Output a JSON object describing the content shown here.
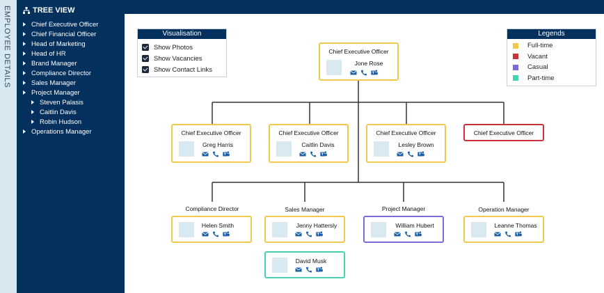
{
  "side_tab": {
    "label": "EMPLOYEE DETAILS"
  },
  "tree": {
    "title": "TREE VIEW",
    "items": [
      {
        "label": "Chief Executive Officer"
      },
      {
        "label": "Chief Financial Officer"
      },
      {
        "label": "Head of Marketing"
      },
      {
        "label": "Head of HR"
      },
      {
        "label": "Brand Manager"
      },
      {
        "label": "Compliance Director"
      },
      {
        "label": "Sales Manager"
      },
      {
        "label": "Project Manager"
      },
      {
        "label": "Steven Palasis"
      },
      {
        "label": "Caitlin Davis"
      },
      {
        "label": "Robin Hudson"
      },
      {
        "label": "Operations Manager"
      }
    ]
  },
  "visualisation": {
    "title": "Visualisation",
    "options": [
      {
        "label": "Show Photos",
        "checked": true
      },
      {
        "label": "Show Vacancies",
        "checked": true
      },
      {
        "label": "Show Contact Links",
        "checked": true
      }
    ]
  },
  "legends": {
    "title": "Legends",
    "items": [
      {
        "label": "Full-time",
        "color": "#f2c84b"
      },
      {
        "label": "Vacant",
        "color": "#c8323a"
      },
      {
        "label": "Casual",
        "color": "#7a6bd8"
      },
      {
        "label": "Part-time",
        "color": "#48d0b0"
      }
    ]
  },
  "chart": {
    "root": {
      "title": "Chief Executive Officer",
      "name": "Jone Rose",
      "status": "full-time"
    },
    "level2": [
      {
        "title": "Chief Executive Officer",
        "name": "Greg Harris",
        "status": "full-time"
      },
      {
        "title": "Chief Executive Officer",
        "name": "Caitlin Davis",
        "status": "full-time"
      },
      {
        "title": "Chief Executive Officer",
        "name": "Lesley Brown",
        "status": "full-time"
      },
      {
        "title": "Chief Executive Officer",
        "name": "",
        "status": "vacant"
      }
    ],
    "level3": [
      {
        "role": "Compliance Director",
        "name": "Helen Smith",
        "status": "full-time"
      },
      {
        "role": "Sales Manager",
        "name": "Jenny Hattersly",
        "status": "full-time"
      },
      {
        "role": "Project Manager",
        "name": "William Hubert",
        "status": "casual"
      },
      {
        "role": "Operation Manager",
        "name": "Leanne Thomas",
        "status": "full-time"
      }
    ],
    "level4": [
      {
        "name": "David Musk",
        "status": "part-time"
      }
    ]
  },
  "contact_icons": [
    "mail-icon",
    "phone-icon",
    "teams-icon"
  ]
}
